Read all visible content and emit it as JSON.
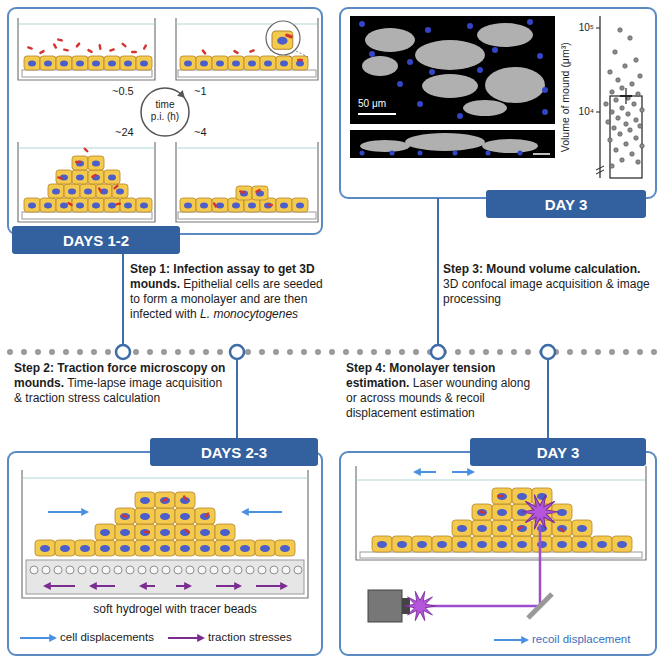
{
  "diagram": {
    "nodes": [
      {
        "text": [
          "DAYS 1-2"
        ]
      },
      {
        "text": [
          "DAY 3"
        ]
      },
      {
        "text": [
          "DAYS 2-3"
        ]
      },
      {
        "text": [
          "DAY 3"
        ]
      }
    ],
    "labels": [
      "~0.5",
      "~1",
      "time",
      "p.i. (h)",
      "~24",
      "~4",
      "50 μm",
      "Volume of mound (μm³)",
      "10⁵",
      "10⁴",
      "Step 1: Infection assay to get 3D mounds.",
      "Epithelial cells are seeded to form a monolayer and are then infected with",
      "L. monocytogenes",
      "Step 3: Mound volume calculation.",
      "3D confocal image acquisition & image processing",
      "Step 2: Traction force microscopy on mounds.",
      "Time-lapse image acquisition & traction stress calculation",
      "Step 4: Monolayer tension estimation.",
      "Laser wounding along or across mounds & recoil displacement estimation",
      "soft hydrogel with tracer beads"
    ],
    "legend": [
      {
        "text": "cell displacements"
      },
      {
        "text": "traction stresses"
      },
      {
        "text": "recoil displacement"
      }
    ]
  }
}
